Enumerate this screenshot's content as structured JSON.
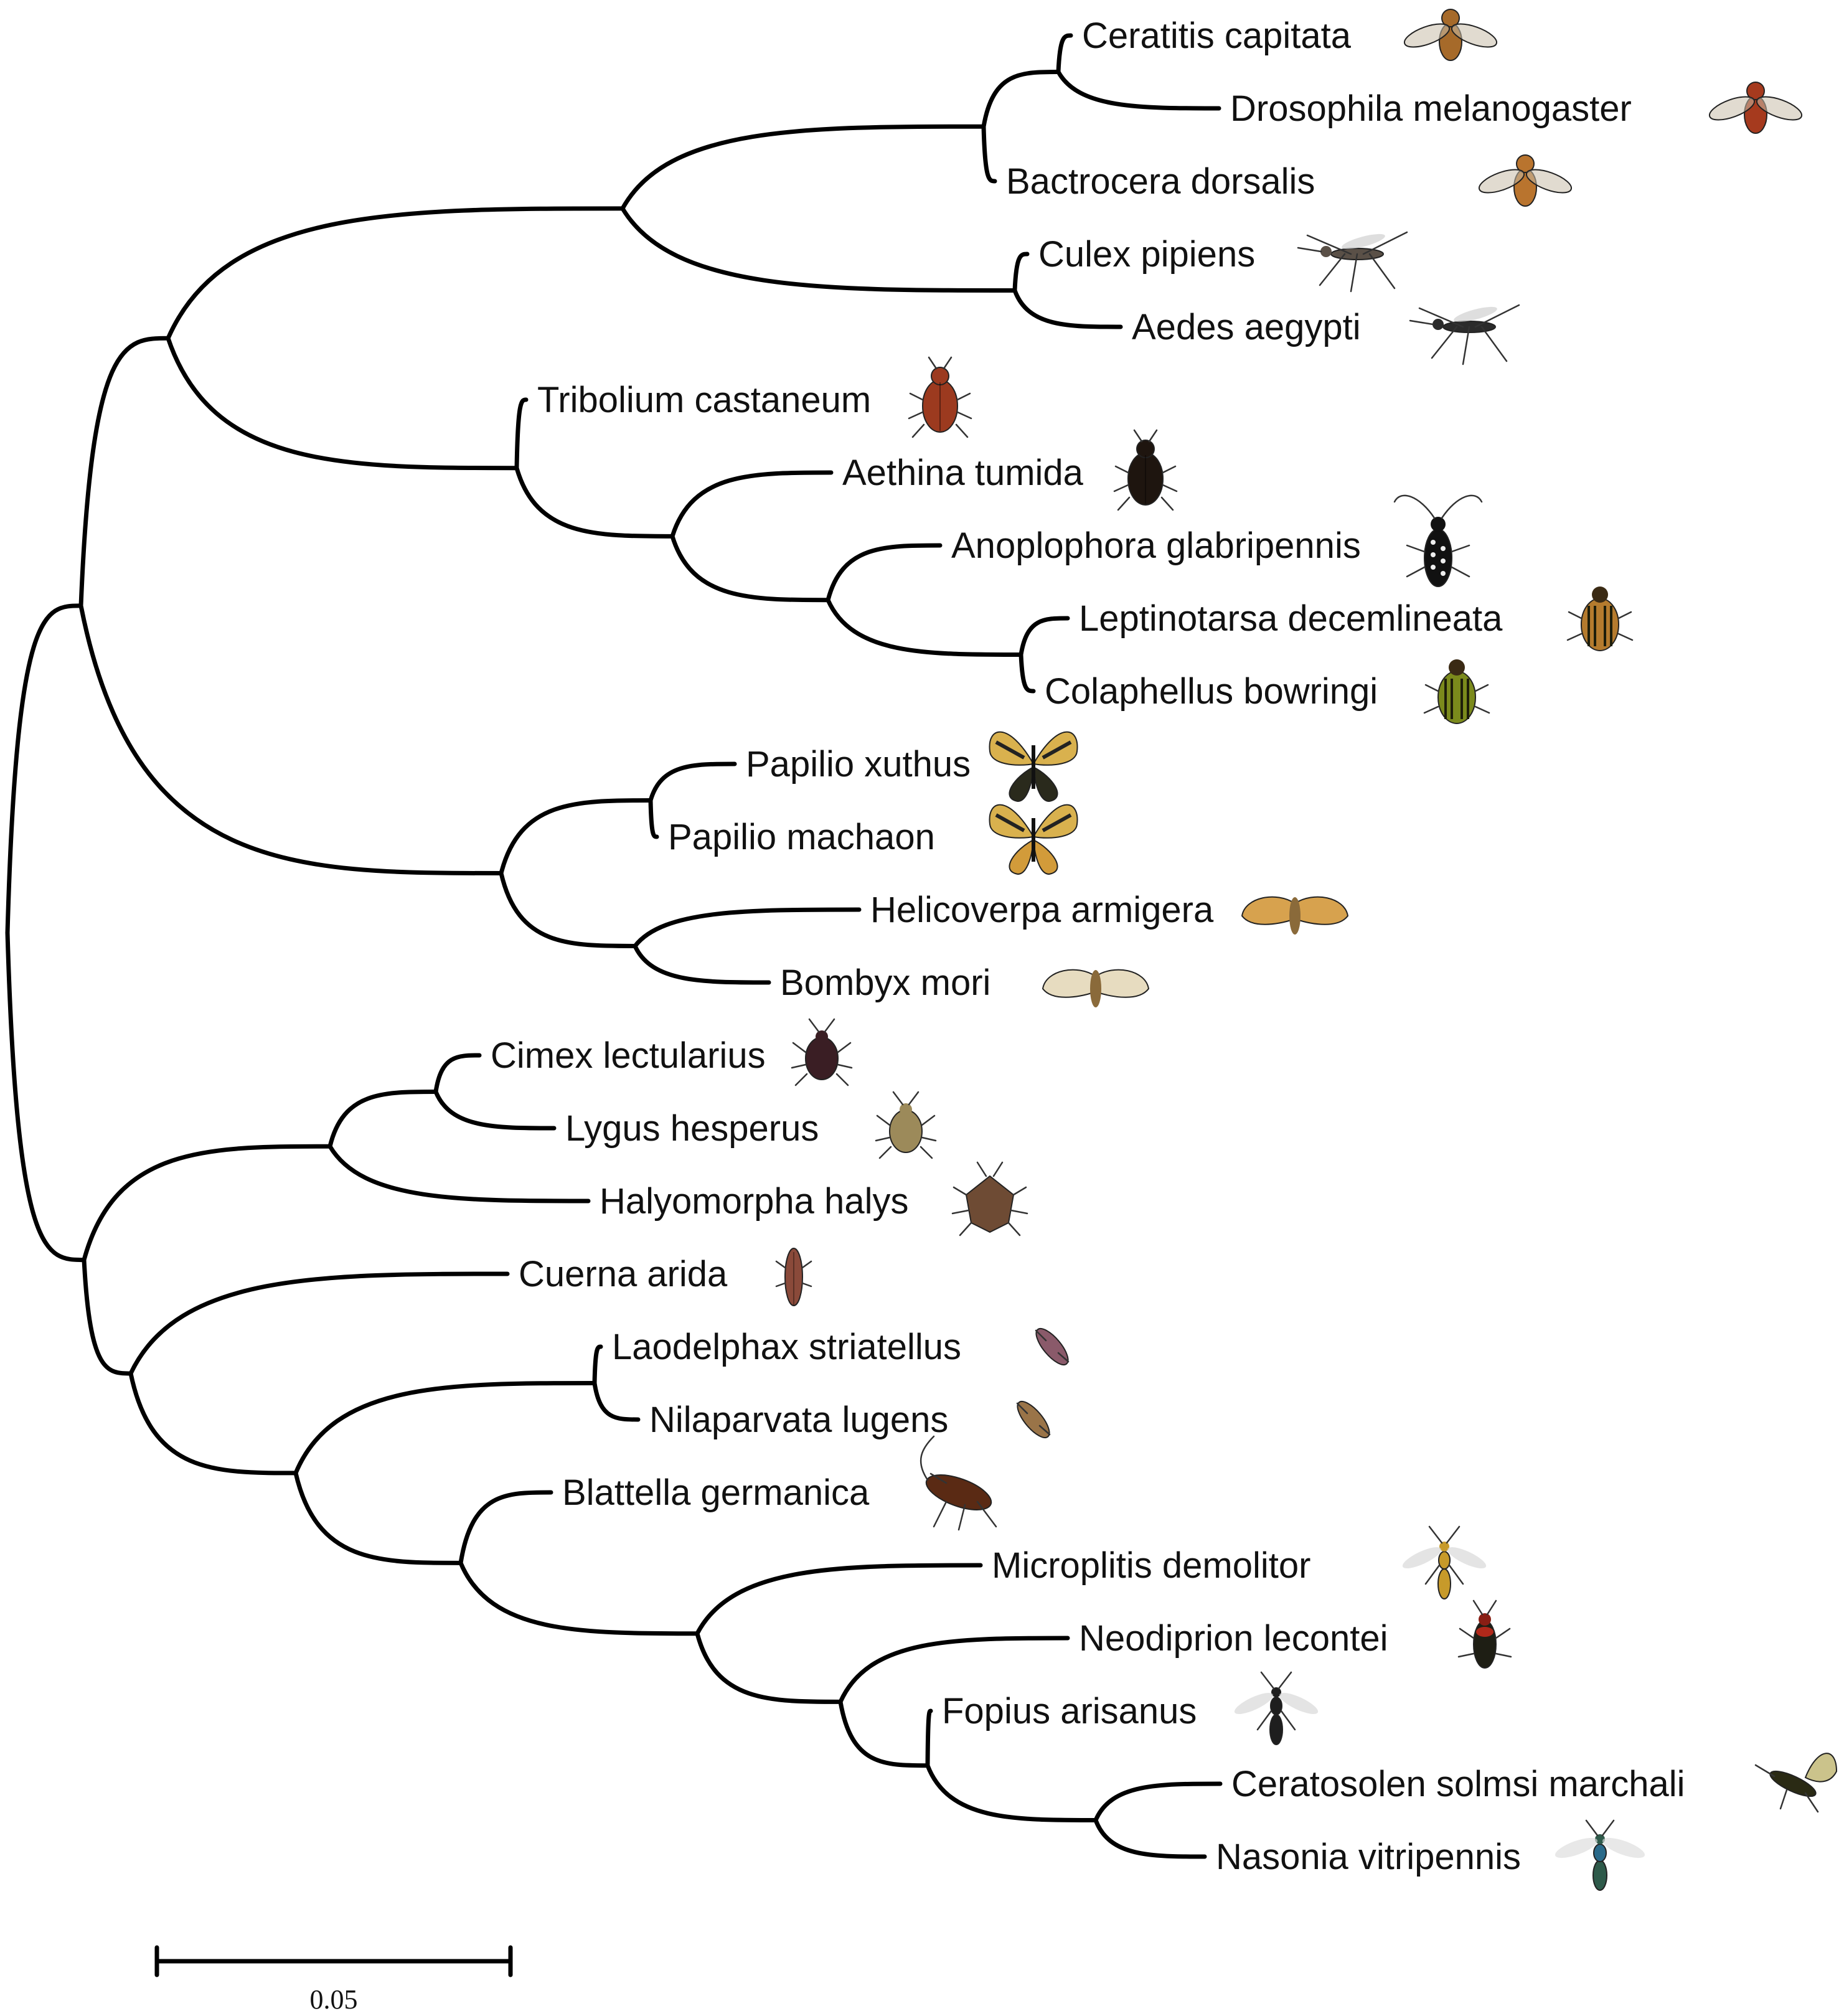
{
  "scale_bar": {
    "label": "0.05",
    "length": 0.05
  },
  "taxa": [
    {
      "id": "ceratitis",
      "label": "Ceratitis capitata",
      "icon": "fruit-fly-icon",
      "color": "#a66a2a"
    },
    {
      "id": "drosophila",
      "label": "Drosophila melanogaster",
      "icon": "fruit-fly-icon",
      "color": "#a63a1e"
    },
    {
      "id": "bactrocera",
      "label": "Bactrocera dorsalis",
      "icon": "fruit-fly-icon",
      "color": "#b9742e"
    },
    {
      "id": "culex",
      "label": "Culex pipiens",
      "icon": "mosquito-icon",
      "color": "#5a5047"
    },
    {
      "id": "aedes",
      "label": "Aedes aegypti",
      "icon": "mosquito-icon",
      "color": "#2b2b2b"
    },
    {
      "id": "tribolium",
      "label": "Tribolium castaneum",
      "icon": "beetle-icon",
      "color": "#9c3a1f"
    },
    {
      "id": "aethina",
      "label": "Aethina tumida",
      "icon": "beetle-icon",
      "color": "#1e150f"
    },
    {
      "id": "anoplophora",
      "label": "Anoplophora glabripennis",
      "icon": "longhorn-beetle-icon",
      "color": "#111111"
    },
    {
      "id": "leptinotarsa",
      "label": "Leptinotarsa decemlineata",
      "icon": "striped-beetle-icon",
      "color": "#b57b2e"
    },
    {
      "id": "colaphellus",
      "label": "Colaphellus bowringi",
      "icon": "striped-beetle-icon",
      "color": "#7b8a1c"
    },
    {
      "id": "papilio-xuthus",
      "label": "Papilio xuthus",
      "icon": "butterfly-icon",
      "color": "#2a2a1c"
    },
    {
      "id": "papilio-machaon",
      "label": "Papilio machaon",
      "icon": "butterfly-icon",
      "color": "#d29b3a"
    },
    {
      "id": "helicoverpa",
      "label": "Helicoverpa armigera",
      "icon": "moth-icon",
      "color": "#d7a24e"
    },
    {
      "id": "bombyx",
      "label": "Bombyx mori",
      "icon": "moth-icon",
      "color": "#e7dcc0"
    },
    {
      "id": "cimex",
      "label": "Cimex lectularius",
      "icon": "bug-icon",
      "color": "#3a1e24"
    },
    {
      "id": "lygus",
      "label": "Lygus hesperus",
      "icon": "bug-icon",
      "color": "#9c8a5a"
    },
    {
      "id": "halyomorpha",
      "label": "Halyomorpha halys",
      "icon": "stink-bug-icon",
      "color": "#6e4b34"
    },
    {
      "id": "cuerna",
      "label": "Cuerna arida",
      "icon": "leafhopper-icon",
      "color": "#8a4a3a"
    },
    {
      "id": "laodelphax",
      "label": "Laodelphax striatellus",
      "icon": "planthopper-icon",
      "color": "#8a5a6a"
    },
    {
      "id": "nilaparvata",
      "label": "Nilaparvata lugens",
      "icon": "planthopper-icon",
      "color": "#9a7448"
    },
    {
      "id": "blattella",
      "label": "Blattella germanica",
      "icon": "cockroach-icon",
      "color": "#5a2a14"
    },
    {
      "id": "microplitis",
      "label": "Microplitis demolitor",
      "icon": "wasp-icon",
      "color": "#c79a2a"
    },
    {
      "id": "neodiprion",
      "label": "Neodiprion lecontei",
      "icon": "sawfly-icon",
      "color": "#1e1e14"
    },
    {
      "id": "fopius",
      "label": "Fopius arisanus",
      "icon": "wasp-icon",
      "color": "#1e1e1e"
    },
    {
      "id": "ceratosolen",
      "label": "Ceratosolen solmsi marchali",
      "icon": "fig-wasp-icon",
      "color": "#2a2a14"
    },
    {
      "id": "nasonia",
      "label": "Nasonia vitripennis",
      "icon": "jewel-wasp-icon",
      "color": "#2e5a4a"
    }
  ]
}
